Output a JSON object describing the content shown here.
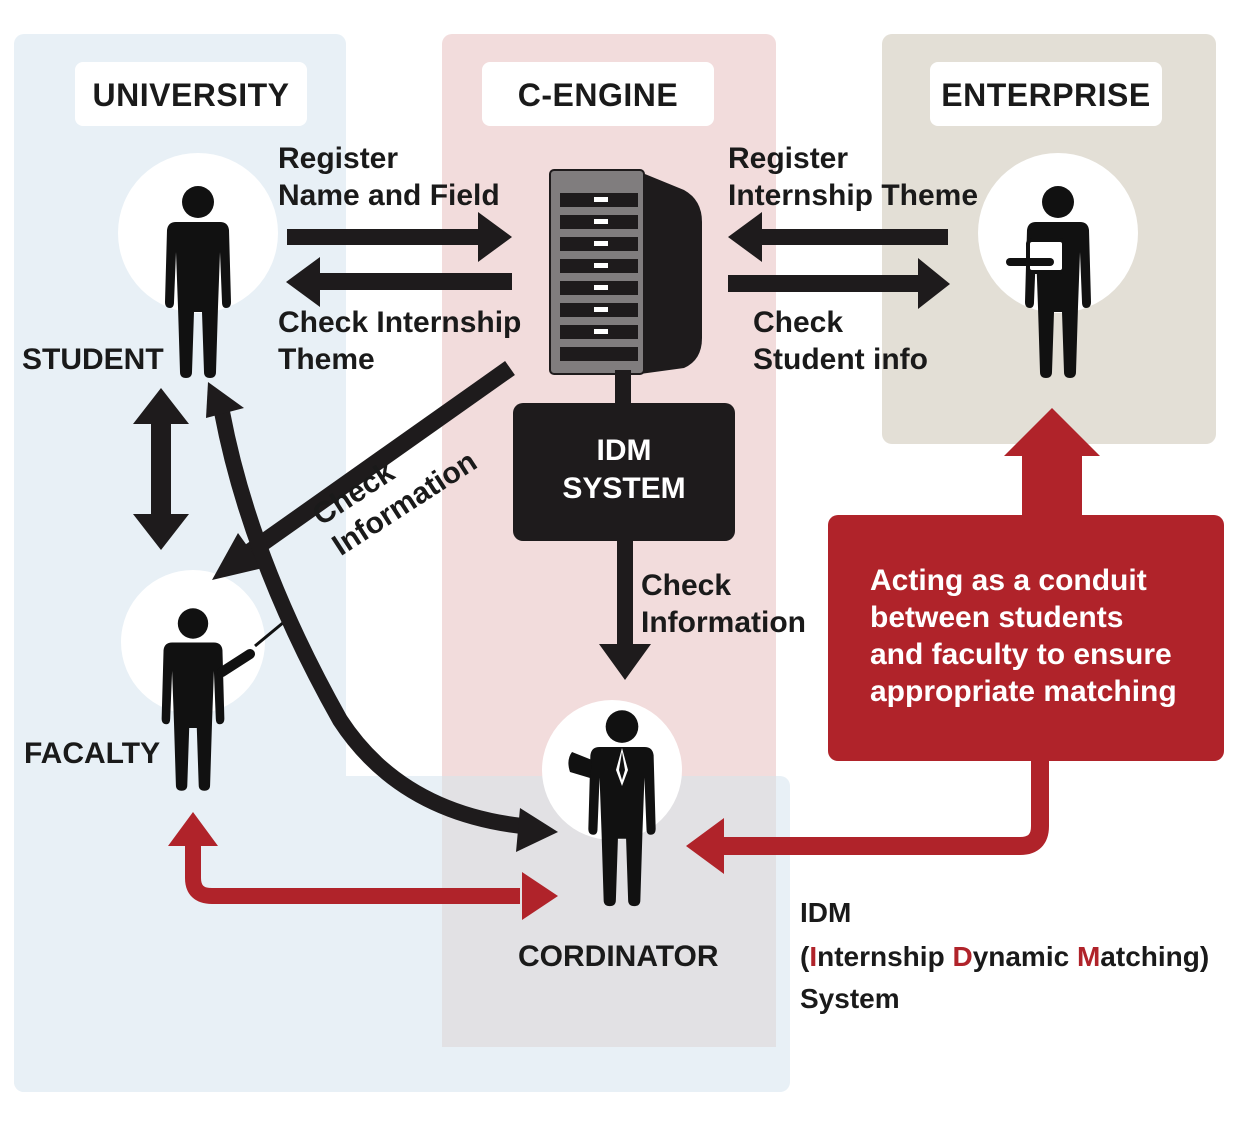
{
  "zones": {
    "university": "UNIVERSITY",
    "c_engine": "C-ENGINE",
    "enterprise": "ENTERPRISE"
  },
  "roles": {
    "student": "STUDENT",
    "faculty": "FACALTY",
    "coordinator": "CORDINATOR"
  },
  "flows": {
    "student_register": [
      "Register",
      "Name and Field"
    ],
    "student_check": [
      "Check Internship",
      "Theme"
    ],
    "enterprise_register": [
      "Register",
      "Internship Theme"
    ],
    "enterprise_check": [
      "Check",
      "Student info"
    ],
    "faculty_check": [
      "Check",
      "Information"
    ],
    "coordinator_check": [
      "Check",
      "Information"
    ]
  },
  "idm_box": [
    "IDM",
    "SYSTEM"
  ],
  "conduit_note": [
    "Acting as a conduit",
    "between students",
    "and faculty to ensure",
    "appropriate matching"
  ],
  "legend": {
    "line1": "IDM",
    "line2_parts": [
      "(",
      "I",
      "nternship ",
      "D",
      "ynamic ",
      "M",
      "atching)"
    ],
    "line3": "System"
  },
  "icons": [
    "person-icon",
    "server-icon",
    "tablet-icon",
    "pointer-stick-icon",
    "necktie-icon"
  ],
  "colors": {
    "university_bg": "#e8f0f6",
    "c_engine_bg": "#f2dcdc",
    "enterprise_bg": "#e3dfd6",
    "coordinator_bg": "#e2e1e4",
    "accent_red": "#b0232a",
    "arrow_dark": "#1e1b1c"
  }
}
